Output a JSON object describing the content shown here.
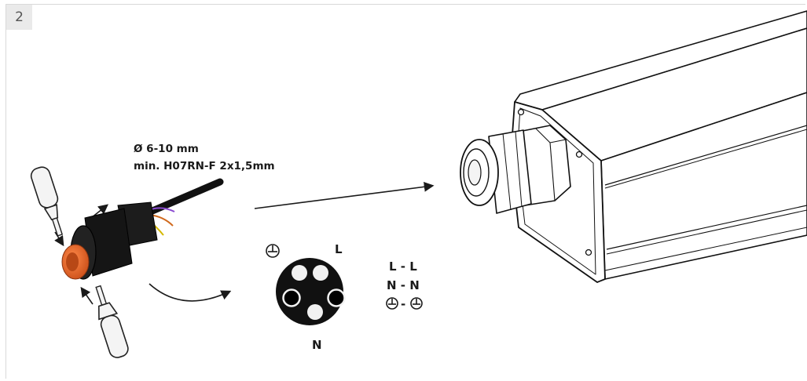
{
  "step": {
    "number": "2"
  },
  "cable": {
    "diameter": "Ø 6-10 mm",
    "type": "min. H07RN-F 2x1,5mm"
  },
  "connector": {
    "label_L": "L",
    "label_N": "N"
  },
  "mapping": {
    "line_l": "L - L",
    "line_n": "N - N",
    "earth_sep": "-"
  },
  "colors": {
    "connector_orange": "#e8632a",
    "body_black": "#111111",
    "line": "#1a1a1a"
  },
  "icons": [
    "screwdriver-icon",
    "earth-ground-icon",
    "arrow-icon",
    "curved-arrow-icon"
  ]
}
